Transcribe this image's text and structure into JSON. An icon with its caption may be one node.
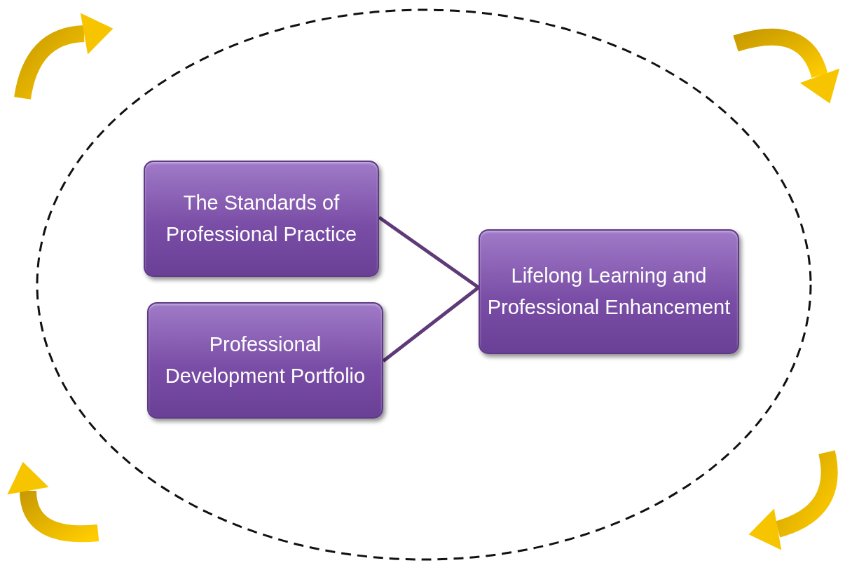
{
  "diagram": {
    "nodes": [
      {
        "text": [
          "The Standards of Professional Practice"
        ]
      },
      {
        "text": [
          "Professional Development Portfolio"
        ]
      },
      {
        "text": [
          "Lifelong Learning and Professional Enhancement"
        ]
      }
    ],
    "edges": [
      {
        "from": 0,
        "to": 2,
        "arrow": "none"
      },
      {
        "from": 1,
        "to": 2,
        "arrow": "none"
      }
    ]
  }
}
